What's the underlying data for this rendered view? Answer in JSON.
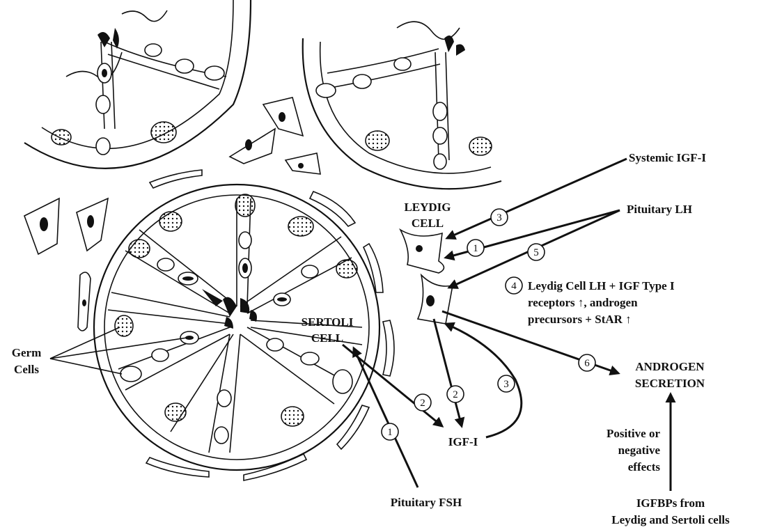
{
  "labels": {
    "systemic_igf": "Systemic IGF-I",
    "pituitary_lh": "Pituitary LH",
    "leydig_cell_line1": "LEYDIG",
    "leydig_cell_line2": "CELL",
    "sertoli_cell_line1": "SERTOLI",
    "sertoli_cell_line2": "CELL",
    "germ_cells_line1": "Germ",
    "germ_cells_line2": "Cells",
    "igf1": "IGF-I",
    "pituitary_fsh": "Pituitary FSH",
    "androgen_line1": "ANDROGEN",
    "androgen_line2": "SECRETION",
    "effects_line1": "Positive or",
    "effects_line2": "negative",
    "effects_line3": "effects",
    "igfbps_line1": "IGFBPs from",
    "igfbps_line2": "Leydig and Sertoli cells",
    "note4_line1": "Leydig Cell LH + IGF Type I",
    "note4_line2": "receptors ↑, androgen",
    "note4_line3": "precursors + StAR ↑"
  },
  "steps": {
    "s1": "1",
    "s2": "2",
    "s3": "3",
    "s4": "4",
    "s5": "5",
    "s6": "6"
  }
}
